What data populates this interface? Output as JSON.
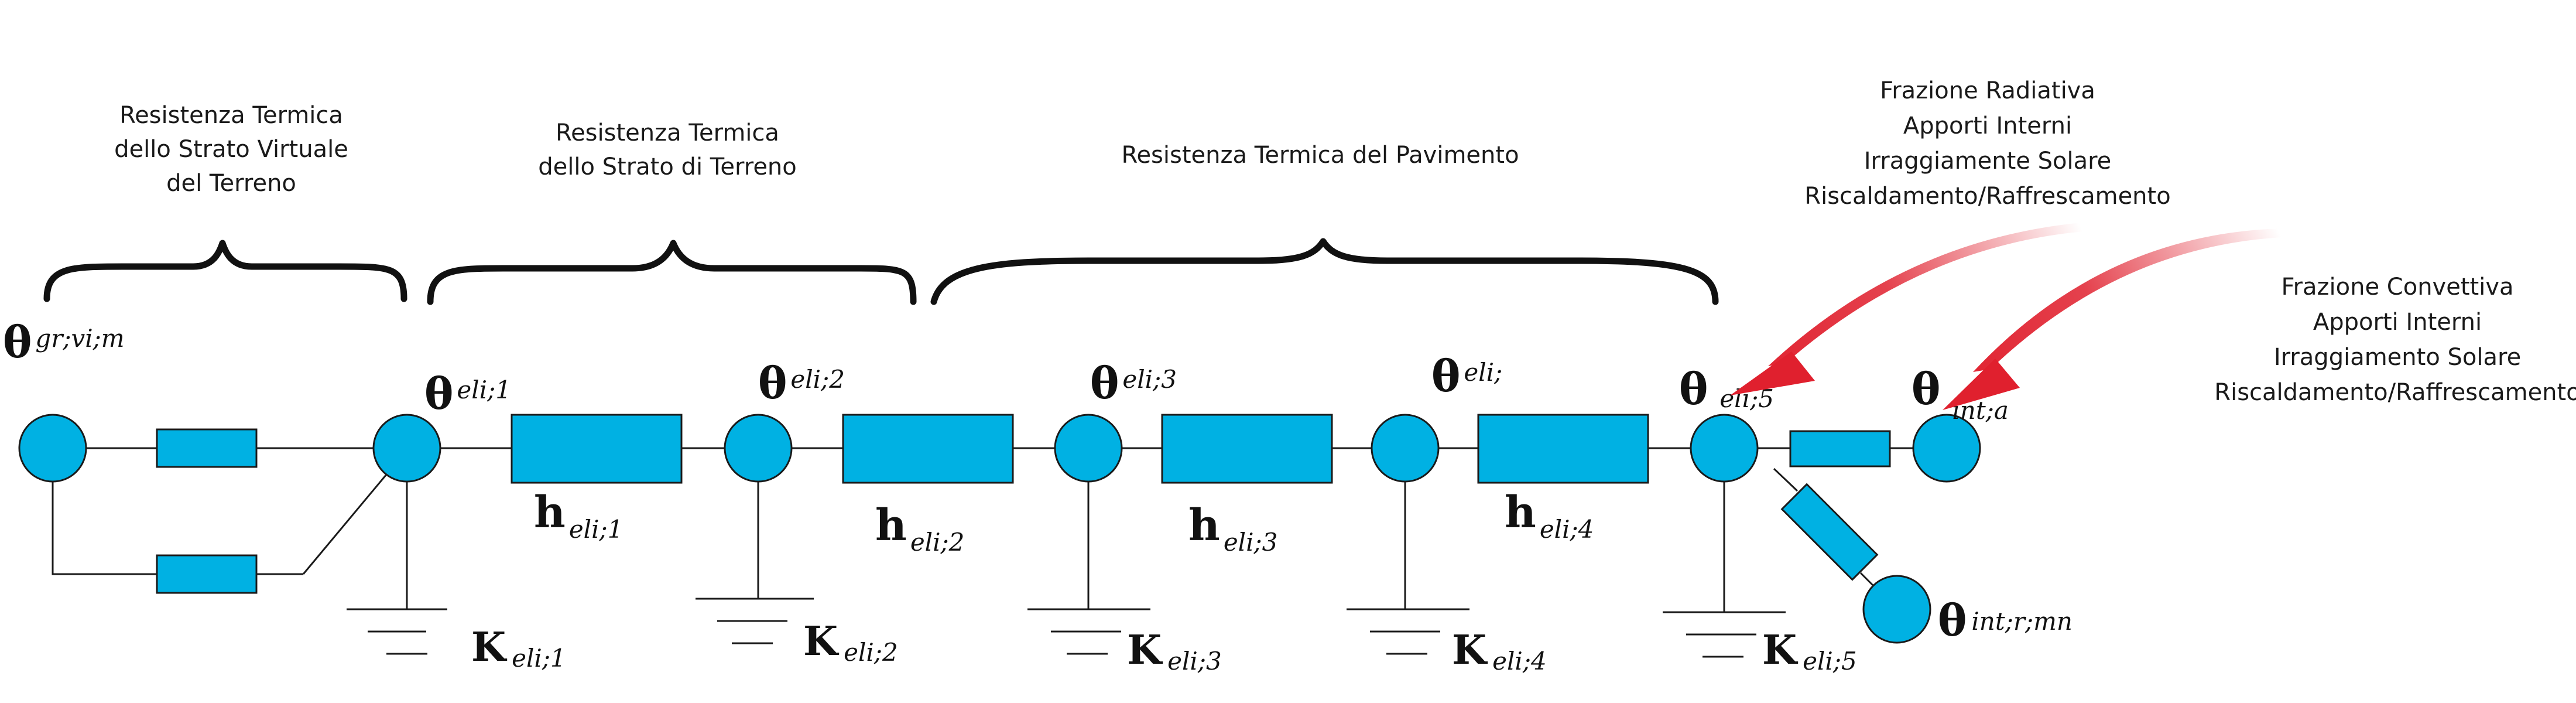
{
  "captions": {
    "virtual_layer": [
      "Resistenza Termica",
      "dello Strato Virtuale",
      "del Terreno"
    ],
    "ground_layer": [
      "Resistenza Termica",
      "dello Strato di Terreno"
    ],
    "floor": [
      "Resistenza Termica del Pavimento"
    ],
    "radiative": [
      "Frazione Radiativa",
      "Apporti Interni",
      "Irraggiamente Solare",
      "Riscaldamento/Raffrescamento"
    ],
    "convective": [
      "Frazione Convettiva",
      "Apporti Interni",
      "Irraggiamento Solare",
      "Riscaldamento/Raffrescamento"
    ]
  },
  "symbols": {
    "theta": "θ",
    "h": "h",
    "k": "K"
  },
  "nodes": [
    {
      "sub": "gr;vi;m"
    },
    {
      "sub": "eli;1"
    },
    {
      "sub": "eli;2"
    },
    {
      "sub": "eli;3"
    },
    {
      "sub": "eli;"
    },
    {
      "sub": "eli;5"
    },
    {
      "sub": "int;a"
    },
    {
      "sub": "int;r;mn"
    }
  ],
  "conductances": [
    {
      "sub": "eli;1"
    },
    {
      "sub": "eli;2"
    },
    {
      "sub": "eli;3"
    },
    {
      "sub": "eli;4"
    }
  ],
  "capacities": [
    {
      "sub": "eli;1"
    },
    {
      "sub": "eli;2"
    },
    {
      "sub": "eli;3"
    },
    {
      "sub": "eli;4"
    },
    {
      "sub": "eli;5"
    }
  ],
  "colors": {
    "element_fill": "#00b1e3",
    "arrow_red": "#e0202e",
    "line": "#1a1a1a"
  }
}
